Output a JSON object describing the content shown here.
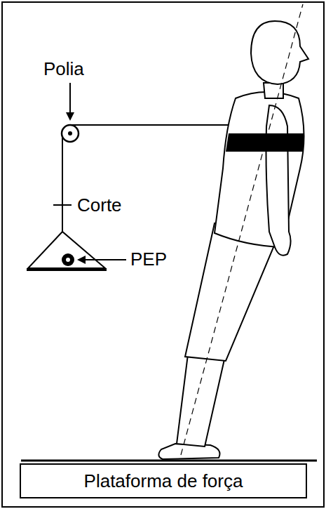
{
  "diagram": {
    "nodes": [
      {
        "text": [
          "Plataforma de força"
        ]
      }
    ],
    "labels": [
      "Polia",
      "Corte",
      "PEP"
    ]
  }
}
